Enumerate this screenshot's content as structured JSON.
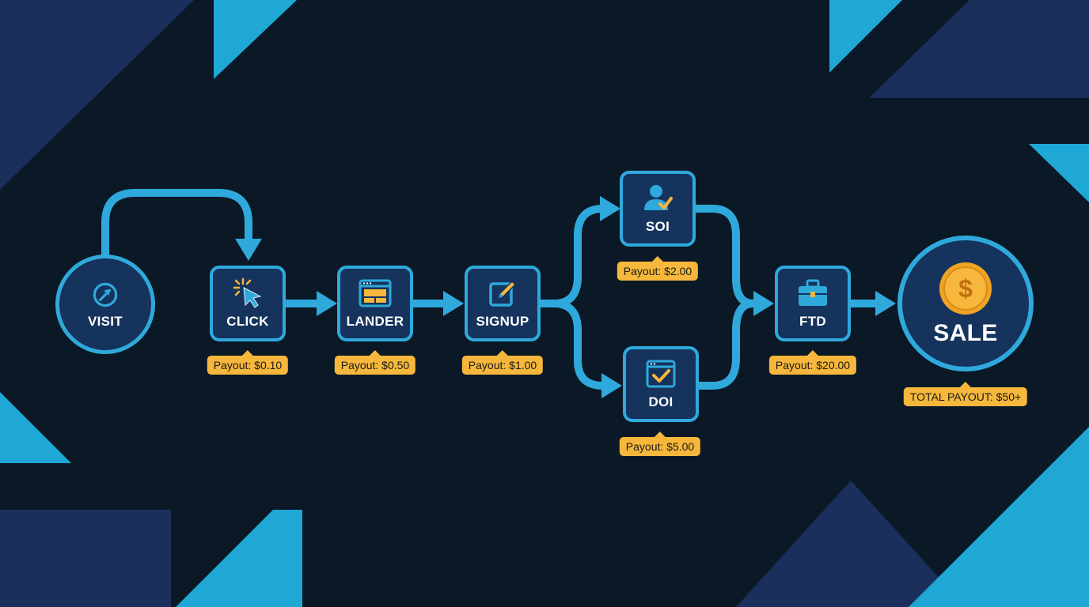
{
  "colors": {
    "background": "#0b1826",
    "node_fill": "#15335c",
    "accent_blue": "#2fa9dc",
    "badge": "#f6b73c"
  },
  "nodes": {
    "visit": {
      "label": "VISIT",
      "icon": "compass-arrow-icon"
    },
    "click": {
      "label": "CLICK",
      "icon": "cursor-click-icon"
    },
    "lander": {
      "label": "LANDER",
      "icon": "browser-window-icon"
    },
    "signup": {
      "label": "SIGNUP",
      "icon": "pencil-edit-icon"
    },
    "soi": {
      "label": "SOI",
      "icon": "user-check-icon"
    },
    "doi": {
      "label": "DOI",
      "icon": "window-checkmark-icon"
    },
    "ftd": {
      "label": "FTD",
      "icon": "briefcase-icon"
    },
    "sale": {
      "label": "SALE",
      "icon": "dollar-coin-icon"
    }
  },
  "payouts": {
    "click": "Payout: $0.10",
    "lander": "Payout: $0.50",
    "signup": "Payout: $1.00",
    "soi": "Payout: $2.00",
    "doi": "Payout: $5.00",
    "ftd": "Payout: $20.00",
    "total": "TOTAL PAYOUT: $50+"
  }
}
